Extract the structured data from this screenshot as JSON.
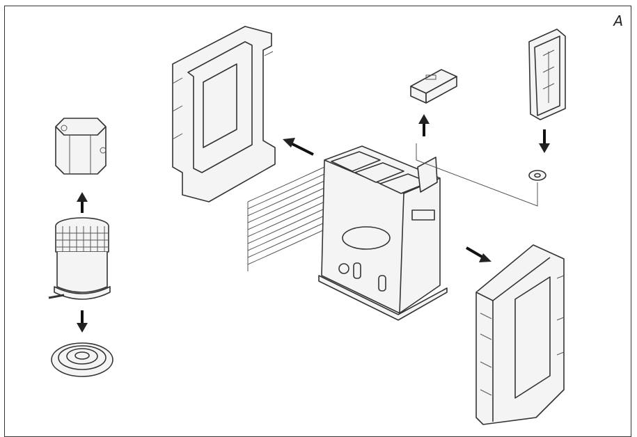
{
  "figure": {
    "label": "A"
  },
  "parts": [
    {
      "id": "left-side-panel",
      "icon": "side-panel-left"
    },
    {
      "id": "wick-top-cylinder",
      "icon": "cylinder-octagonal"
    },
    {
      "id": "burner-assembly",
      "icon": "burner-mesh"
    },
    {
      "id": "burner-base-plate",
      "icon": "base-ring"
    },
    {
      "id": "heater-body",
      "icon": "heater"
    },
    {
      "id": "front-grille",
      "icon": "grille"
    },
    {
      "id": "control-module",
      "icon": "module-small"
    },
    {
      "id": "fuel-tank-cover",
      "icon": "tank-cover"
    },
    {
      "id": "washer",
      "icon": "washer"
    },
    {
      "id": "right-side-panel",
      "icon": "side-panel-right"
    }
  ]
}
